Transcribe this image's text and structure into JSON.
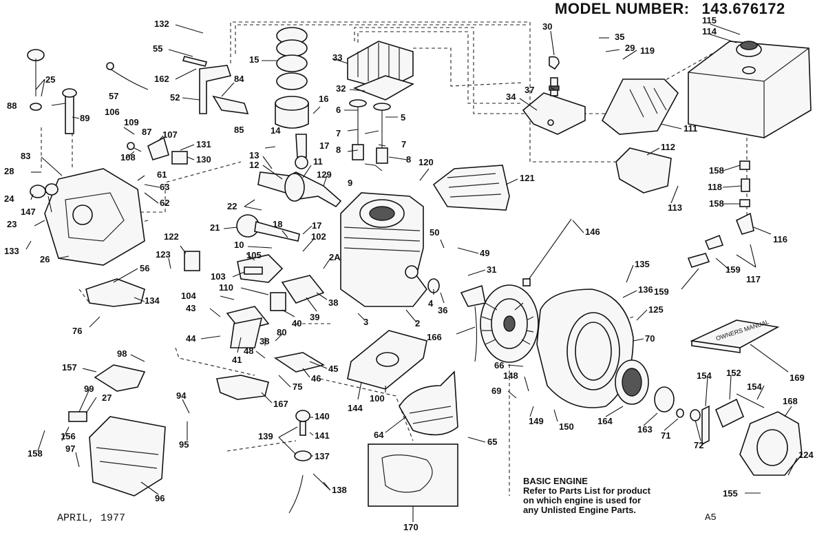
{
  "header": {
    "model_label": "MODEL NUMBER:",
    "model_number": "143.676172"
  },
  "footer": {
    "date": "APRIL, 1977",
    "page_code": "A5",
    "basic_engine_title": "BASIC ENGINE",
    "basic_engine_lines": [
      "Refer to Parts List for product",
      "on which engine is used for",
      "any Unlisted Engine Parts."
    ]
  },
  "manual_label": "OWNERS MANUAL",
  "callouts": [
    {
      "id": "115",
      "text": "115"
    },
    {
      "id": "114",
      "text": "114"
    },
    {
      "id": "30",
      "text": "30"
    },
    {
      "id": "35",
      "text": "35"
    },
    {
      "id": "29",
      "text": "29"
    },
    {
      "id": "119",
      "text": "119"
    },
    {
      "id": "132",
      "text": "132"
    },
    {
      "id": "55",
      "text": "55"
    },
    {
      "id": "15",
      "text": "15"
    },
    {
      "id": "33",
      "text": "33"
    },
    {
      "id": "25",
      "text": "25"
    },
    {
      "id": "162",
      "text": "162"
    },
    {
      "id": "84",
      "text": "84"
    },
    {
      "id": "37",
      "text": "37"
    },
    {
      "id": "57",
      "text": "57"
    },
    {
      "id": "52",
      "text": "52"
    },
    {
      "id": "32",
      "text": "32"
    },
    {
      "id": "34",
      "text": "34"
    },
    {
      "id": "88",
      "text": "88"
    },
    {
      "id": "89",
      "text": "89"
    },
    {
      "id": "16",
      "text": "16"
    },
    {
      "id": "6",
      "text": "6"
    },
    {
      "id": "5",
      "text": "5"
    },
    {
      "id": "111",
      "text": "111"
    },
    {
      "id": "106",
      "text": "106"
    },
    {
      "id": "109",
      "text": "109"
    },
    {
      "id": "85",
      "text": "85"
    },
    {
      "id": "87",
      "text": "87"
    },
    {
      "id": "107",
      "text": "107"
    },
    {
      "id": "14",
      "text": "14"
    },
    {
      "id": "7a",
      "text": "7"
    },
    {
      "id": "7b",
      "text": "7"
    },
    {
      "id": "131",
      "text": "131"
    },
    {
      "id": "17a",
      "text": "17"
    },
    {
      "id": "108",
      "text": "108"
    },
    {
      "id": "130",
      "text": "130"
    },
    {
      "id": "8a",
      "text": "8"
    },
    {
      "id": "8b",
      "text": "8"
    },
    {
      "id": "112",
      "text": "112"
    },
    {
      "id": "83",
      "text": "83"
    },
    {
      "id": "13",
      "text": "13"
    },
    {
      "id": "12",
      "text": "12"
    },
    {
      "id": "11",
      "text": "11"
    },
    {
      "id": "120",
      "text": "120"
    },
    {
      "id": "158a",
      "text": "158"
    },
    {
      "id": "28",
      "text": "28"
    },
    {
      "id": "61",
      "text": "61"
    },
    {
      "id": "129",
      "text": "129"
    },
    {
      "id": "9",
      "text": "9"
    },
    {
      "id": "121",
      "text": "121"
    },
    {
      "id": "63",
      "text": "63"
    },
    {
      "id": "118",
      "text": "118"
    },
    {
      "id": "24",
      "text": "24"
    },
    {
      "id": "62",
      "text": "62"
    },
    {
      "id": "158b",
      "text": "158"
    },
    {
      "id": "147",
      "text": "147"
    },
    {
      "id": "22",
      "text": "22"
    },
    {
      "id": "113",
      "text": "113"
    },
    {
      "id": "23",
      "text": "23"
    },
    {
      "id": "146",
      "text": "146"
    },
    {
      "id": "21",
      "text": "21"
    },
    {
      "id": "18",
      "text": "18"
    },
    {
      "id": "17b",
      "text": "17"
    },
    {
      "id": "116",
      "text": "116"
    },
    {
      "id": "133",
      "text": "133"
    },
    {
      "id": "50",
      "text": "50"
    },
    {
      "id": "122",
      "text": "122"
    },
    {
      "id": "102",
      "text": "102"
    },
    {
      "id": "10",
      "text": "10"
    },
    {
      "id": "26",
      "text": "26"
    },
    {
      "id": "49",
      "text": "49"
    },
    {
      "id": "159a",
      "text": "159"
    },
    {
      "id": "123",
      "text": "123"
    },
    {
      "id": "105",
      "text": "105"
    },
    {
      "id": "2A",
      "text": "2A"
    },
    {
      "id": "56",
      "text": "56"
    },
    {
      "id": "31",
      "text": "31"
    },
    {
      "id": "117",
      "text": "117"
    },
    {
      "id": "135",
      "text": "135"
    },
    {
      "id": "103",
      "text": "103"
    },
    {
      "id": "159b",
      "text": "159"
    },
    {
      "id": "136",
      "text": "136"
    },
    {
      "id": "110",
      "text": "110"
    },
    {
      "id": "134",
      "text": "134"
    },
    {
      "id": "104",
      "text": "104"
    },
    {
      "id": "38a",
      "text": "38"
    },
    {
      "id": "4",
      "text": "4"
    },
    {
      "id": "36",
      "text": "36"
    },
    {
      "id": "43",
      "text": "43"
    },
    {
      "id": "125",
      "text": "125"
    },
    {
      "id": "39",
      "text": "39"
    },
    {
      "id": "40",
      "text": "40"
    },
    {
      "id": "3",
      "text": "3"
    },
    {
      "id": "2",
      "text": "2"
    },
    {
      "id": "76",
      "text": "76"
    },
    {
      "id": "166",
      "text": "166"
    },
    {
      "id": "70",
      "text": "70"
    },
    {
      "id": "80",
      "text": "80"
    },
    {
      "id": "44",
      "text": "44"
    },
    {
      "id": "38b",
      "text": "38"
    },
    {
      "id": "48",
      "text": "48"
    },
    {
      "id": "41",
      "text": "41"
    },
    {
      "id": "98",
      "text": "98"
    },
    {
      "id": "45",
      "text": "45"
    },
    {
      "id": "169",
      "text": "169"
    },
    {
      "id": "66",
      "text": "66"
    },
    {
      "id": "157",
      "text": "157"
    },
    {
      "id": "148",
      "text": "148"
    },
    {
      "id": "46",
      "text": "46"
    },
    {
      "id": "154a",
      "text": "154"
    },
    {
      "id": "152",
      "text": "152"
    },
    {
      "id": "154b",
      "text": "154"
    },
    {
      "id": "75",
      "text": "75"
    },
    {
      "id": "99",
      "text": "99"
    },
    {
      "id": "100",
      "text": "100"
    },
    {
      "id": "69",
      "text": "69"
    },
    {
      "id": "27",
      "text": "27"
    },
    {
      "id": "168",
      "text": "168"
    },
    {
      "id": "94",
      "text": "94"
    },
    {
      "id": "167",
      "text": "167"
    },
    {
      "id": "144",
      "text": "144"
    },
    {
      "id": "149",
      "text": "149"
    },
    {
      "id": "150",
      "text": "150"
    },
    {
      "id": "164",
      "text": "164"
    },
    {
      "id": "163",
      "text": "163"
    },
    {
      "id": "140",
      "text": "140"
    },
    {
      "id": "71",
      "text": "71"
    },
    {
      "id": "95",
      "text": "95"
    },
    {
      "id": "64",
      "text": "64"
    },
    {
      "id": "139",
      "text": "139"
    },
    {
      "id": "141",
      "text": "141"
    },
    {
      "id": "72",
      "text": "72"
    },
    {
      "id": "156",
      "text": "156"
    },
    {
      "id": "65",
      "text": "65"
    },
    {
      "id": "158c",
      "text": "158"
    },
    {
      "id": "97",
      "text": "97"
    },
    {
      "id": "137",
      "text": "137"
    },
    {
      "id": "124",
      "text": "124"
    },
    {
      "id": "138",
      "text": "138"
    },
    {
      "id": "155",
      "text": "155"
    },
    {
      "id": "96",
      "text": "96"
    },
    {
      "id": "170",
      "text": "170"
    }
  ]
}
